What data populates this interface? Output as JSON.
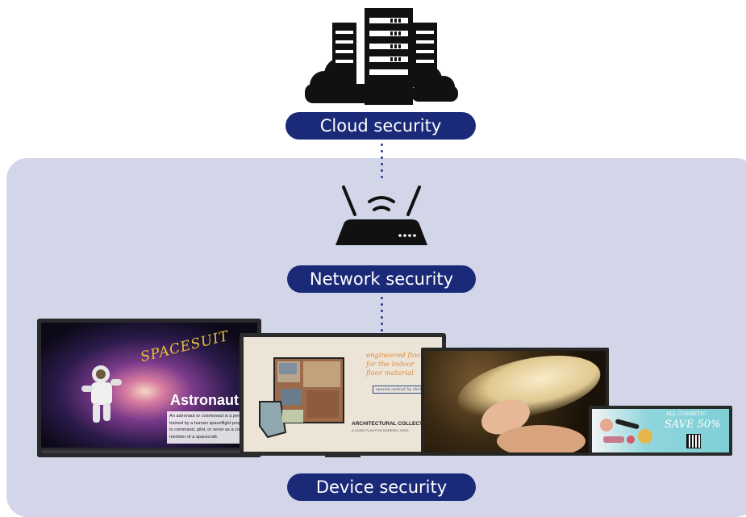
{
  "labels": {
    "cloud": "Cloud security",
    "network": "Network security",
    "device": "Device security"
  },
  "devices": {
    "board": {
      "handwriting": "SPACESUIT",
      "title": "Astronaut",
      "body": [
        "An astronaut or cosmonaut is a person",
        "trained by a human spaceflight program",
        "to command, pilot, or serve as a crew",
        "member of a spacecraft."
      ]
    },
    "floorplan": {
      "note_line1": "engineered flooring",
      "note_line2": "for the indoor",
      "note_line3": "floor material",
      "note_tag": "special optical by clickers",
      "caption": "ARCHITECTURAL COLLECTION",
      "caption_sub": "A GUIDE PLAN FOR MODERN LIVING"
    },
    "stretch": {
      "tagline": "ALL COSMETIC",
      "promo": "SAVE 50%"
    }
  },
  "colors": {
    "pill": "#1b2a78",
    "panel": "#d3d6e8",
    "dots": "#2a3a8a",
    "icon": "#111111"
  }
}
